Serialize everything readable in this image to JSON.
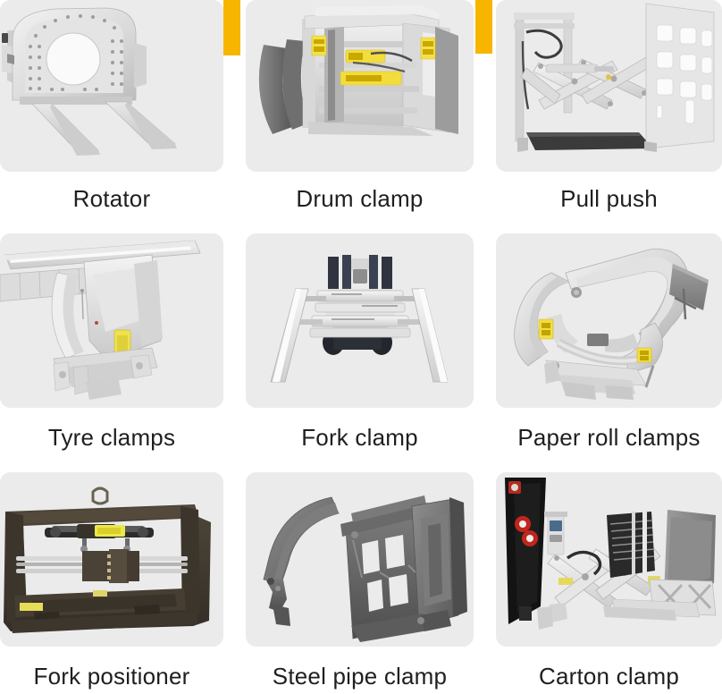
{
  "page": {
    "background_color": "#ffffff",
    "card_background_color": "#ebebeb",
    "accent_color": "#f7b500",
    "label_color": "#1f1f1f"
  },
  "accents": [
    {
      "name": "top-accent-bar-left",
      "color": "#f7b500"
    },
    {
      "name": "top-accent-bar-right",
      "color": "#f7b500"
    }
  ],
  "grid": {
    "columns": 3,
    "rows": 3,
    "items": [
      {
        "id": "rotator",
        "label": "Rotator",
        "image": "rotator-attachment-photo"
      },
      {
        "id": "drum-clamp",
        "label": "Drum clamp",
        "image": "drum-clamp-attachment-photo"
      },
      {
        "id": "pull-push",
        "label": "Pull push",
        "image": "pull-push-attachment-photo"
      },
      {
        "id": "tyre-clamps",
        "label": "Tyre clamps",
        "image": "tyre-clamps-attachment-photo"
      },
      {
        "id": "fork-clamp",
        "label": "Fork clamp",
        "image": "fork-clamp-attachment-photo"
      },
      {
        "id": "paper-roll-clamps",
        "label": "Paper roll clamps",
        "image": "paper-roll-clamps-attachment-photo"
      },
      {
        "id": "fork-positioner",
        "label": "Fork positioner",
        "image": "fork-positioner-attachment-photo"
      },
      {
        "id": "steel-pipe-clamp",
        "label": "Steel pipe clamp",
        "image": "steel-pipe-clamp-attachment-photo"
      },
      {
        "id": "carton-clamp",
        "label": "Carton clamp",
        "image": "carton-clamp-attachment-photo"
      }
    ]
  }
}
